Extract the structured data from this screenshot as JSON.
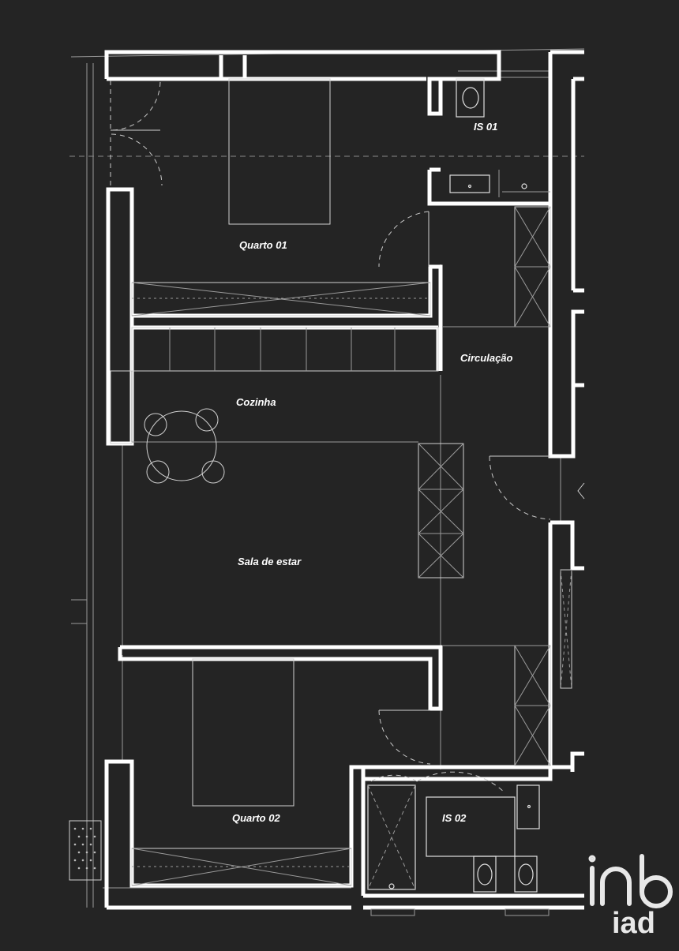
{
  "rooms": {
    "quarto_01": "Quarto 01",
    "is_01": "IS 01",
    "circulacao": "Circulação",
    "cozinha": "Cozinha",
    "sala_de_estar": "Sala de estar",
    "quarto_02": "Quarto 02",
    "is_02": "IS 02"
  },
  "brand": {
    "logo_text": "iad"
  },
  "colors": {
    "background": "#242424",
    "walls": "#ffffff",
    "lines": "#d0d0d0"
  }
}
